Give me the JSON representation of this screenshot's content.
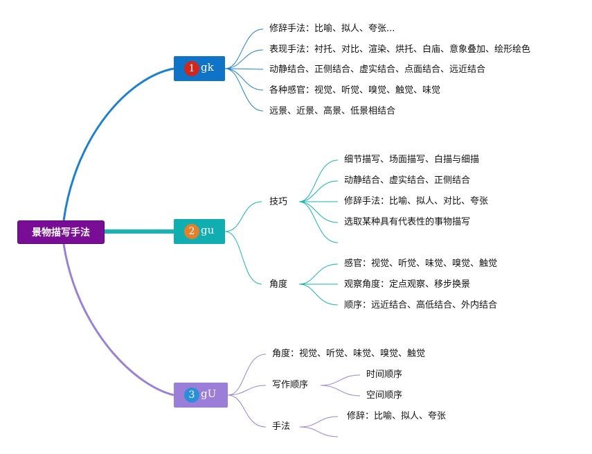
{
  "root": {
    "label": "景物描写手法"
  },
  "branches": [
    {
      "badge": "1",
      "label": "gk",
      "badge_color": "#d0281d",
      "box_color": "#0f74c8",
      "line_color": "#1c7fcf",
      "items": [
        "修辞手法：比喻、拟人、夸张...",
        "表现手法：衬托、对比、渲染、烘托、白庙、意象叠加、绘形绘色",
        "动静结合、正侧结合、虚实结合、点面结合、远近结合",
        "各种感官：视觉、听觉、嗅觉、触觉、味觉",
        "远景、近景、高景、低景相结合"
      ]
    },
    {
      "badge": "2",
      "label": "gu",
      "badge_color": "#e2802b",
      "box_color": "#10aeb1",
      "line_color": "#17b3b5",
      "sub": [
        {
          "label": "技巧",
          "items": [
            "细节描写、场面描写、白描与细描",
            "动静结合、虚实结合、正侧结合",
            "修辞手法：比喻、拟人、对比、夸张",
            "选取某种具有代表性的事物描写",
            ""
          ]
        },
        {
          "label": "角度",
          "items": [
            "感官：视觉、听觉、味觉、嗅觉、触觉",
            "观察角度：定点观察、移步换景",
            "顺序：远近结合、高低结合、外内结合"
          ]
        }
      ]
    },
    {
      "badge": "3",
      "label": "gU",
      "badge_color": "#2a8fd8",
      "box_color": "#9a7ed8",
      "line_color": "#9a80d6",
      "items": [
        {
          "label": "角度：视觉、听觉、味觉、嗅觉、触觉"
        },
        {
          "label": "写作顺序",
          "children": [
            "时间顺序",
            "空间顺序"
          ]
        },
        {
          "label": "手法",
          "children": [
            "修辞：比喻、拟人、夸张",
            ""
          ]
        }
      ]
    }
  ]
}
